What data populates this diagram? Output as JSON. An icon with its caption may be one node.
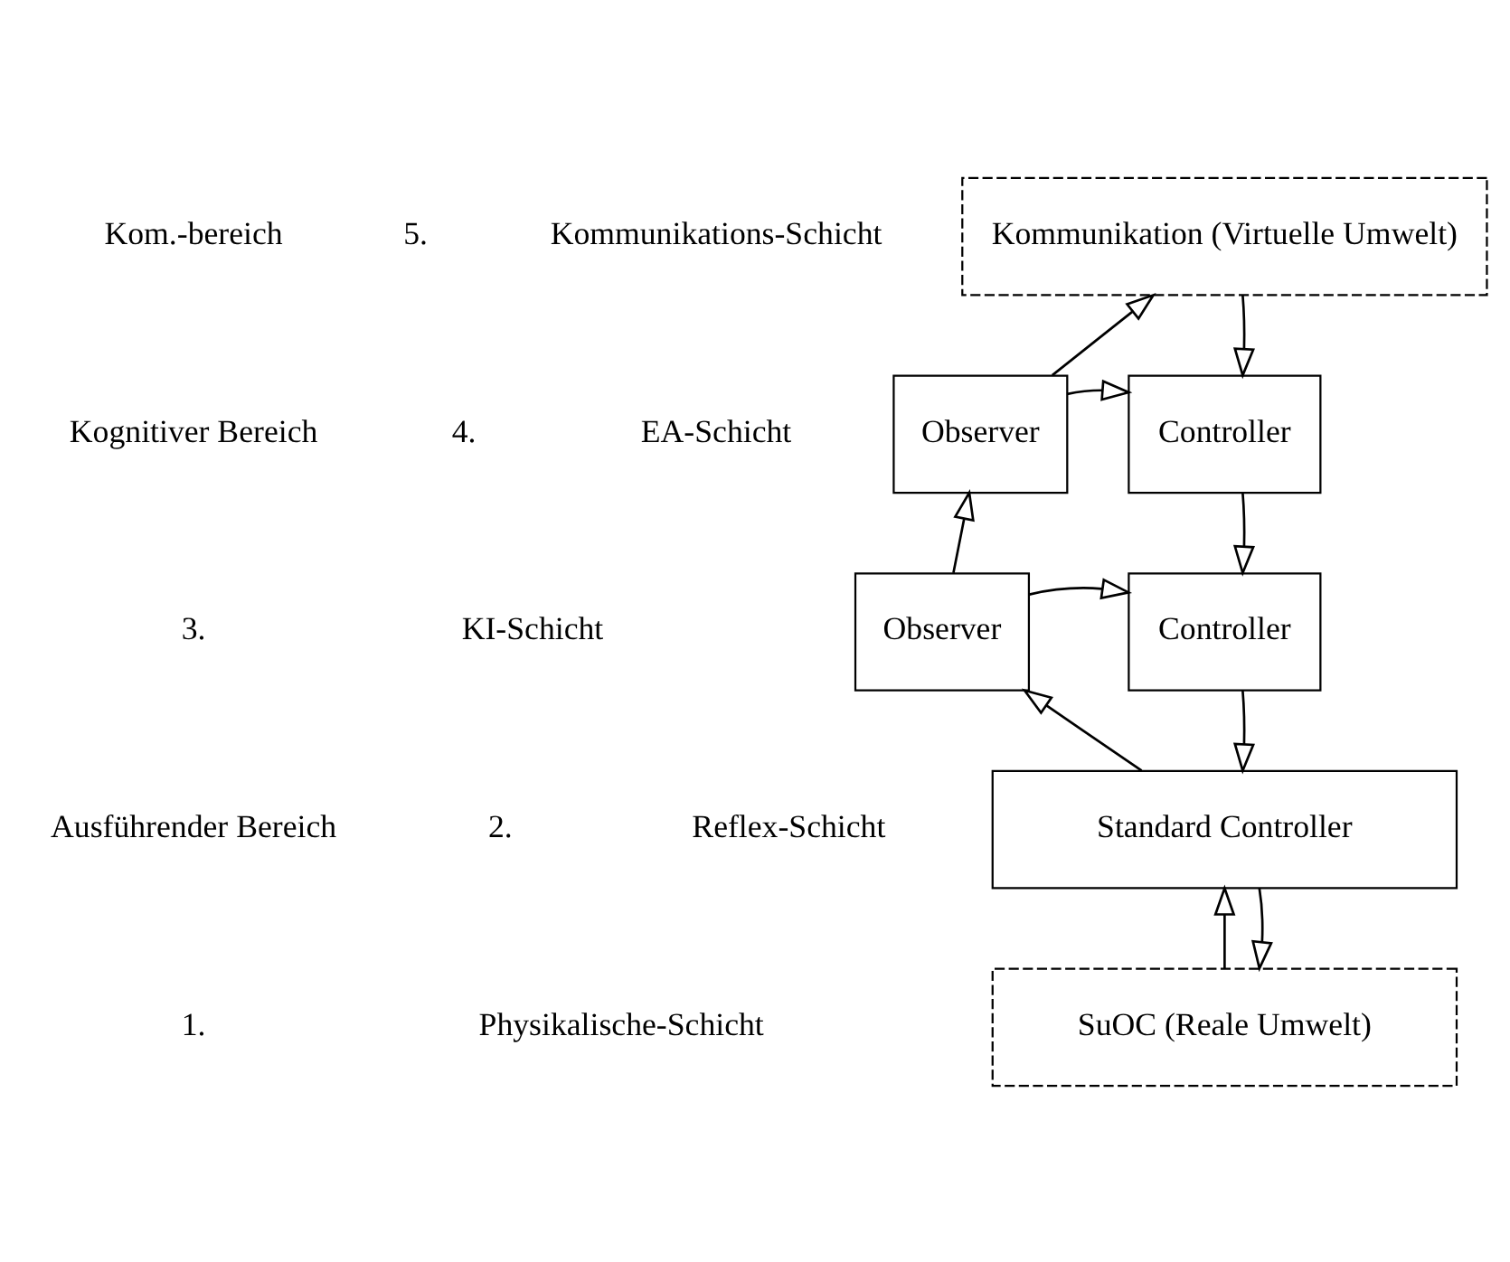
{
  "diagram": {
    "nodes": [
      {
        "text": [
          "Kommunikation (Virtuelle Umwelt)"
        ]
      },
      {
        "text": [
          "Observer"
        ]
      },
      {
        "text": [
          "Controller"
        ]
      },
      {
        "text": [
          "Observer"
        ]
      },
      {
        "text": [
          "Controller"
        ]
      },
      {
        "text": [
          "Standard Controller"
        ]
      },
      {
        "text": [
          "SuOC (Reale Umwelt)"
        ]
      }
    ],
    "edges": [
      {
        "from": 1,
        "to": 0,
        "arrow": "to"
      },
      {
        "from": 0,
        "to": 2,
        "arrow": "to"
      },
      {
        "from": 1,
        "to": 2,
        "arrow": "to"
      },
      {
        "from": 3,
        "to": 1,
        "arrow": "to"
      },
      {
        "from": 2,
        "to": 4,
        "arrow": "to"
      },
      {
        "from": 3,
        "to": 4,
        "arrow": "to"
      },
      {
        "from": 5,
        "to": 3,
        "arrow": "to"
      },
      {
        "from": 4,
        "to": 5,
        "arrow": "to"
      },
      {
        "from": 6,
        "to": 5,
        "arrow": "to"
      },
      {
        "from": 5,
        "to": 6,
        "arrow": "to"
      }
    ],
    "labels": [
      "Kom.-bereich",
      "5.",
      "Kommunikations-Schicht",
      "Kognitiver Bereich",
      "4.",
      "EA-Schicht",
      "3.",
      "KI-Schicht",
      "Ausführender Bereich",
      "2.",
      "Reflex-Schicht",
      "1.",
      "Physikalische-Schicht"
    ]
  }
}
